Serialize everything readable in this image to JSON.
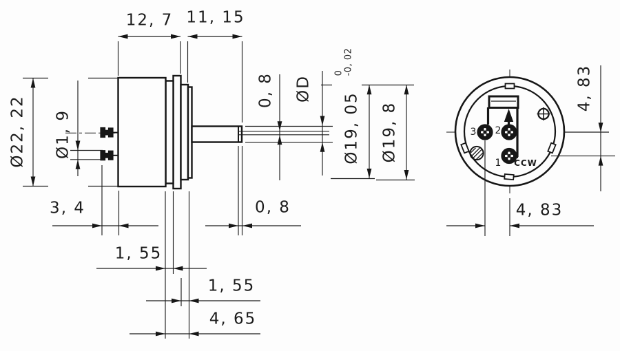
{
  "side_view": {
    "body_length_label": "12, 7",
    "shaft_length_label": "11, 15",
    "body_diameter_label": "Ø22, 22",
    "terminal_diameter_label": "Ø1, 9",
    "slot_width_label": "0, 8",
    "shaft_diameter_label": "ØD",
    "bushing_diameter_label": "Ø19, 05",
    "bushing_tolerance_upper": "0",
    "bushing_tolerance_lower": "-0, 02",
    "flange_diameter_label": "Ø19, 8",
    "terminal_length_label": "3, 4",
    "washer_a_label": "1, 55",
    "washer_b_label": "1, 55",
    "stack_length_label": "4, 65",
    "slot_depth_label": "0, 8"
  },
  "rear_view": {
    "terminal_3": "3",
    "terminal_2": "2",
    "terminal_1": "1",
    "rotation_direction": "CCW",
    "center_to_terminal_vertical": "4, 83",
    "terminal_spacing_horizontal": "4, 83"
  },
  "colors": {
    "line": "#161616",
    "background": "#fdfdfd"
  }
}
